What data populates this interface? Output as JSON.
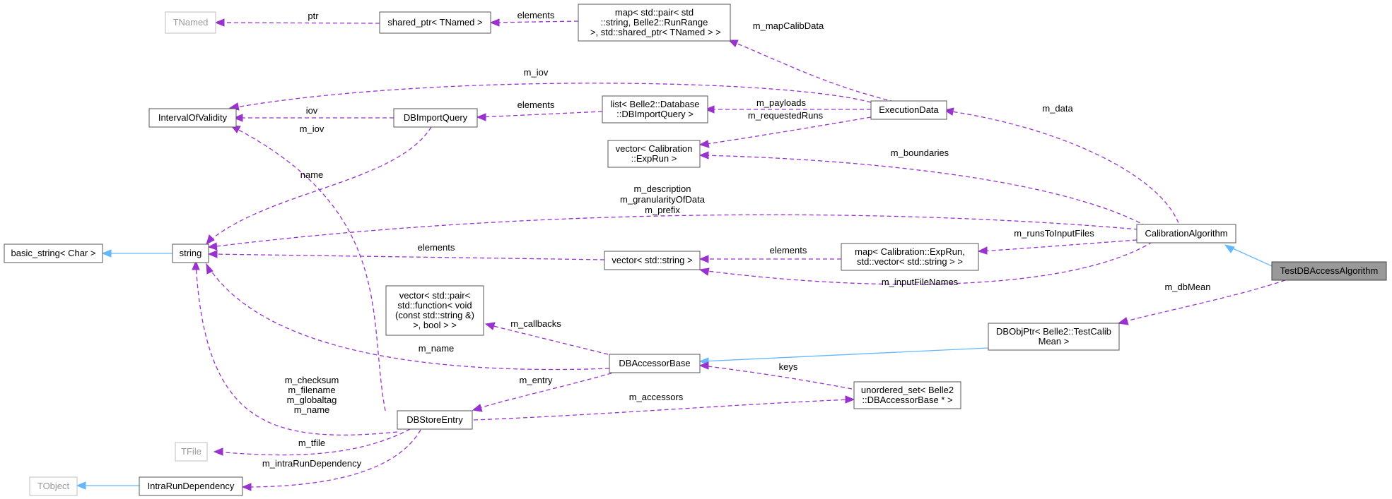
{
  "diagram": {
    "nodes": {
      "tnamed": [
        "TNamed"
      ],
      "shared_ptr": [
        "shared_ptr< TNamed >"
      ],
      "map_pair": [
        "map< std::pair< std",
        "::string, Belle2::RunRange",
        " >, std::shared_ptr< TNamed > >"
      ],
      "interval": [
        "IntervalOfValidity"
      ],
      "dbimport": [
        "DBImportQuery"
      ],
      "list_belle2": [
        "list< Belle2::Database",
        "::DBImportQuery >"
      ],
      "execdata": [
        "ExecutionData"
      ],
      "vector_calib": [
        "vector< Calibration",
        "::ExpRun >"
      ],
      "basic_string": [
        "basic_string< Char >"
      ],
      "string": [
        "string"
      ],
      "vector_std": [
        "vector< std::string >"
      ],
      "map_calib": [
        "map< Calibration::ExpRun,",
        "std::vector< std::string > >"
      ],
      "calib_algo": [
        "CalibrationAlgorithm"
      ],
      "test_db": [
        "TestDBAccessAlgorithm"
      ],
      "vector_pair": [
        "vector< std::pair<",
        "std::function< void",
        "(const std::string &)",
        ">, bool > >"
      ],
      "dbaccessor": [
        "DBAccessorBase"
      ],
      "dbobjptr": [
        "DBObjPtr< Belle2::TestCalib",
        "Mean >"
      ],
      "unordered": [
        "unordered_set< Belle2",
        "::DBAccessorBase * >"
      ],
      "dbstore": [
        "DBStoreEntry"
      ],
      "tfile": [
        "TFile"
      ],
      "tobject": [
        "TObject"
      ],
      "intrarun": [
        "IntraRunDependency"
      ]
    },
    "edge_labels": {
      "ptr": [
        "ptr"
      ],
      "elements_shared": [
        "elements"
      ],
      "map_calib_data": [
        "m_mapCalibData"
      ],
      "m_iov_exec": [
        "m_iov"
      ],
      "iov": [
        "iov"
      ],
      "elements_list": [
        "elements"
      ],
      "m_payloads": [
        "m_payloads"
      ],
      "m_requested": [
        "m_requestedRuns"
      ],
      "m_data": [
        "m_data"
      ],
      "m_boundaries": [
        "m_boundaries"
      ],
      "m_iov_store": [
        "m_iov"
      ],
      "name": [
        "name"
      ],
      "m_desc": [
        "m_description",
        "m_granularityOfData",
        "m_prefix"
      ],
      "elements_vec": [
        "elements"
      ],
      "elements_map": [
        "elements"
      ],
      "m_runs": [
        "m_runsToInputFiles"
      ],
      "m_input": [
        "m_inputFileNames"
      ],
      "m_dbmean": [
        "m_dbMean"
      ],
      "m_callbacks": [
        "m_callbacks"
      ],
      "m_name": [
        "m_name"
      ],
      "keys": [
        "keys"
      ],
      "m_entry": [
        "m_entry"
      ],
      "m_accessors": [
        "m_accessors"
      ],
      "m_checksum": [
        "m_checksum",
        "m_filename",
        "m_globaltag",
        "m_name"
      ],
      "m_tfile": [
        "m_tfile"
      ],
      "m_intra": [
        "m_intraRunDependency"
      ]
    },
    "colors": {
      "member_edge": "#9a32cd",
      "inherit_edge": "#63b8ff",
      "focus_fill": "#999999"
    }
  }
}
